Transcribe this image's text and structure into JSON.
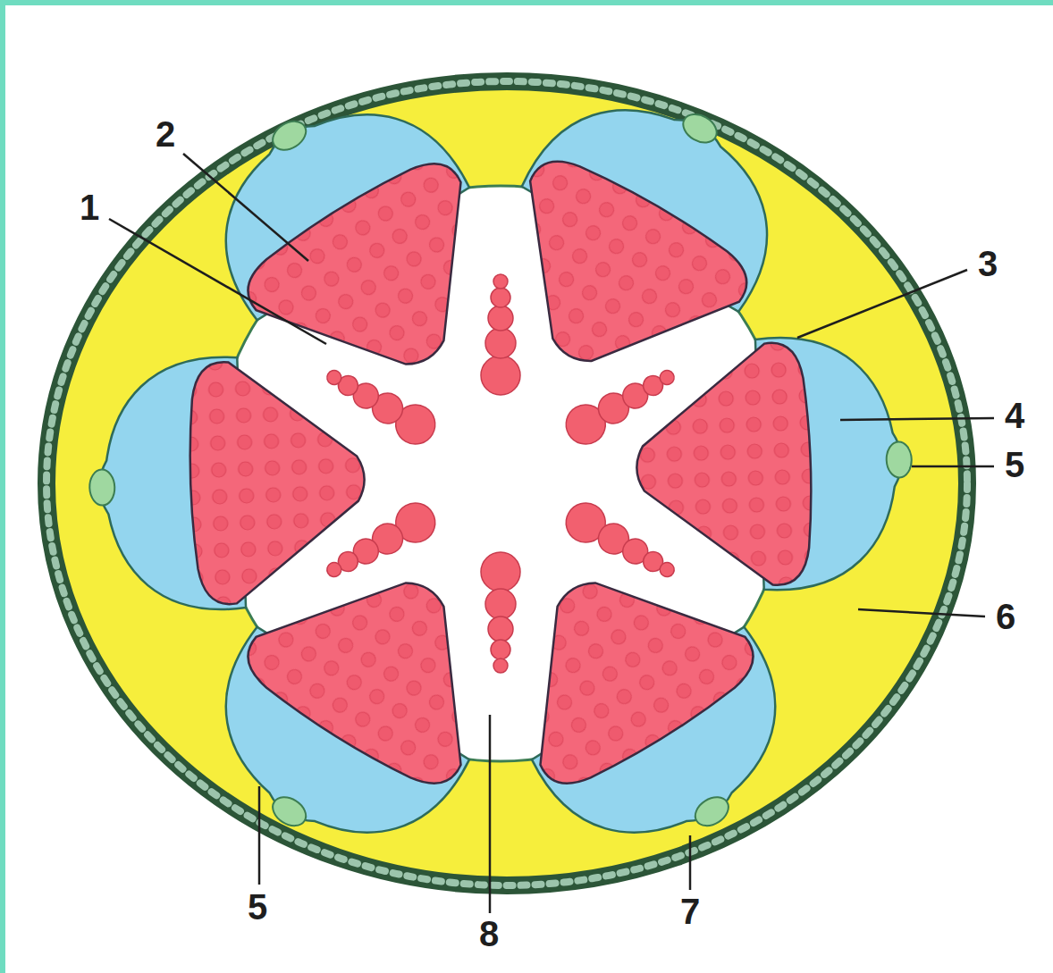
{
  "diagram": {
    "labels": [
      "2",
      "1",
      "3",
      "4",
      "5",
      "6",
      "5",
      "7",
      "8"
    ]
  }
}
